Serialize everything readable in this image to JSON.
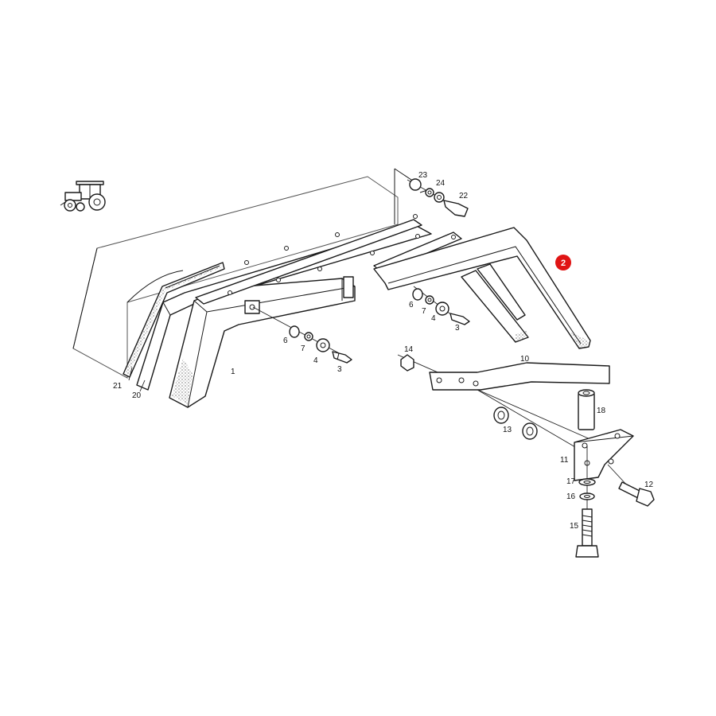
{
  "badge": {
    "text": "2",
    "color": "#e01414"
  },
  "icon": "tractor-icon",
  "labels": {
    "l1": "1",
    "l3a": "3",
    "l3b": "3",
    "l4a": "4",
    "l4b": "4",
    "l6a": "6",
    "l6b": "6",
    "l7a": "7",
    "l7b": "7",
    "l10": "10",
    "l11": "11",
    "l12": "12",
    "l13": "13",
    "l14": "14",
    "l15": "15",
    "l16": "16",
    "l17": "17",
    "l18": "18",
    "l20": "20",
    "l21": "21",
    "l22": "22",
    "l23": "23",
    "l24": "24"
  }
}
